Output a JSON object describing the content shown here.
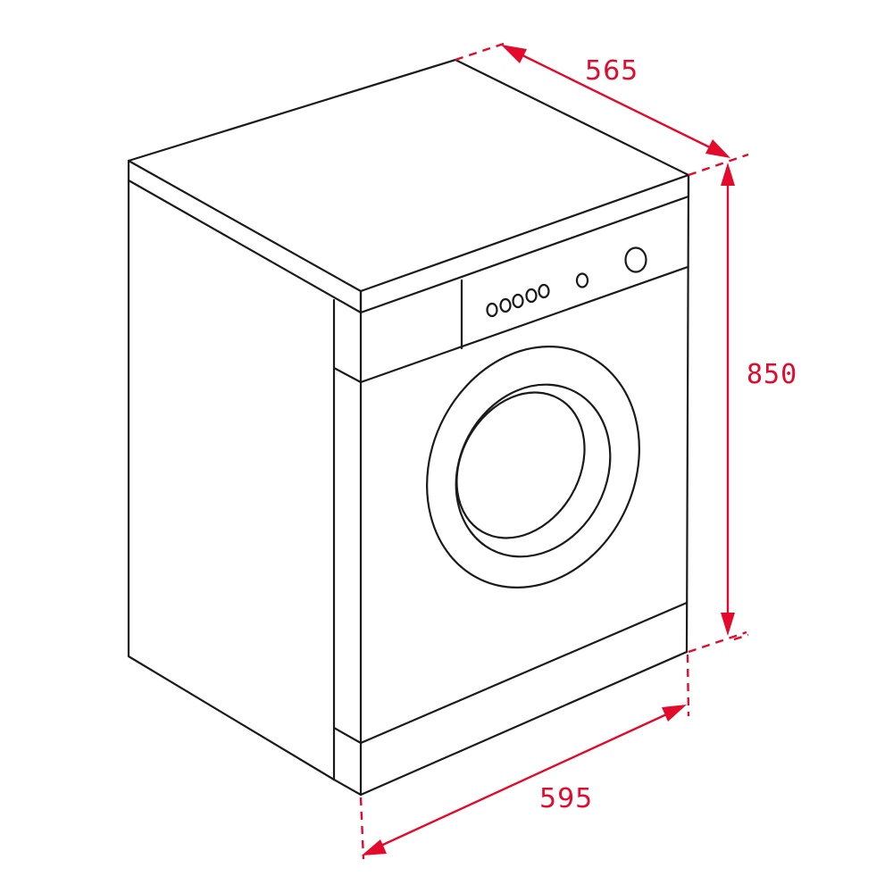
{
  "diagram": {
    "subject": "Front-loading washing machine (isometric line drawing)",
    "colors": {
      "outline": "#1a1a1a",
      "dimension": "#e30a2c",
      "background": "#ffffff"
    },
    "dimensions": {
      "depth": {
        "label": "565",
        "axis": "depth"
      },
      "height": {
        "label": "850",
        "axis": "height"
      },
      "width": {
        "label": "595",
        "axis": "width"
      }
    },
    "control_panel": {
      "small_buttons": 5,
      "indicator_knob": 1,
      "program_dial": 1
    },
    "door": {
      "rings": 3
    }
  }
}
